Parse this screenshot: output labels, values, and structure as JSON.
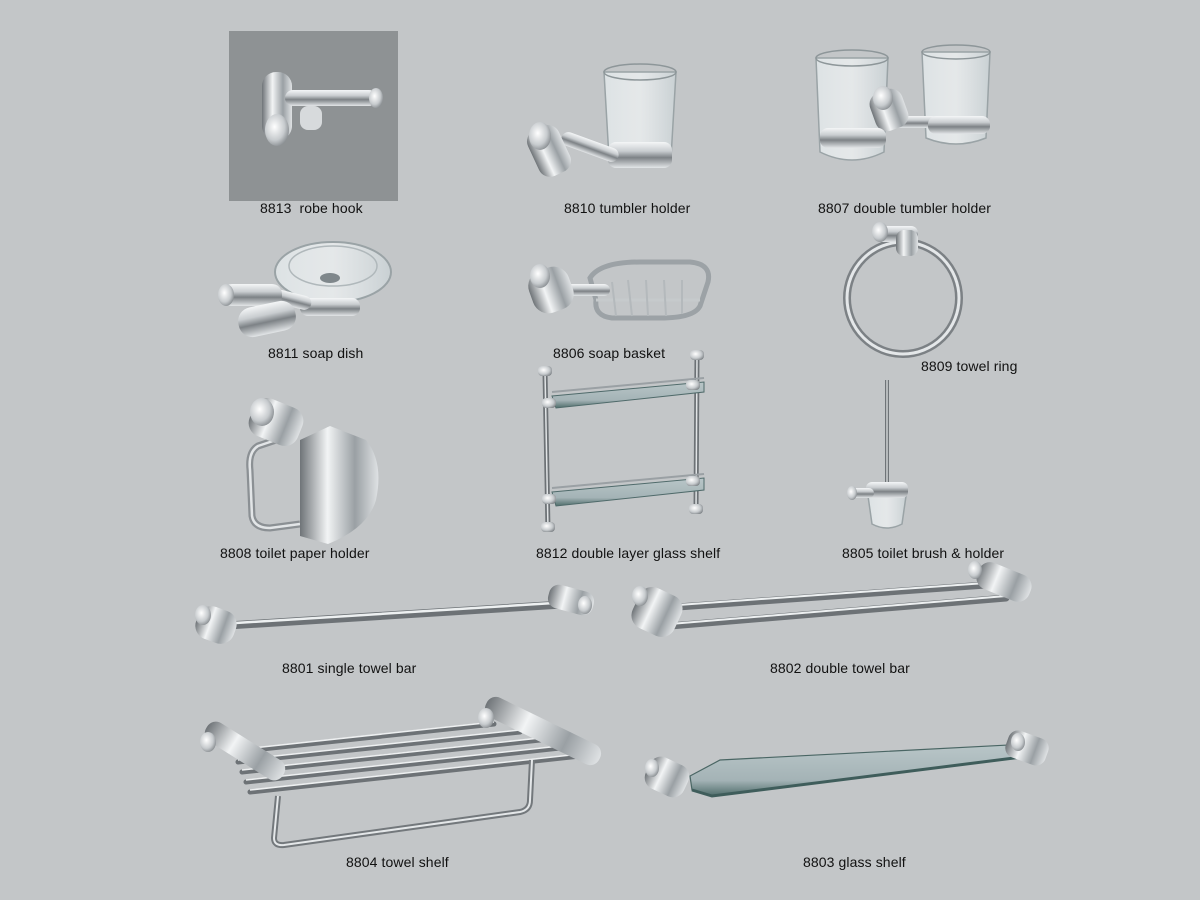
{
  "colors": {
    "background": "#c3c6c8",
    "robe_hook_tile": "#8e9294",
    "caption_text": "#111111",
    "chrome": "#b8bcbf"
  },
  "products": [
    {
      "code": "8813",
      "caption": "8813  robe hook",
      "icon": "robe-hook-icon"
    },
    {
      "code": "8810",
      "caption": "8810 tumbler holder",
      "icon": "tumbler-holder-icon"
    },
    {
      "code": "8807",
      "caption": "8807 double tumbler holder",
      "icon": "double-tumbler-holder-icon"
    },
    {
      "code": "8811",
      "caption": "8811 soap dish",
      "icon": "soap-dish-icon"
    },
    {
      "code": "8806",
      "caption": "8806 soap basket",
      "icon": "soap-basket-icon"
    },
    {
      "code": "8809",
      "caption": "8809 towel ring",
      "icon": "towel-ring-icon"
    },
    {
      "code": "8808",
      "caption": "8808 toilet paper holder",
      "icon": "toilet-paper-holder-icon"
    },
    {
      "code": "8812",
      "caption": "8812 double layer glass shelf",
      "icon": "glass-shelf-icon"
    },
    {
      "code": "8805",
      "caption": "8805 toilet brush & holder",
      "icon": "toilet-brush-icon"
    },
    {
      "code": "8801",
      "caption": "8801 single towel bar",
      "icon": "single-towel-bar-icon"
    },
    {
      "code": "8802",
      "caption": "8802 double towel bar",
      "icon": "double-towel-bar-icon"
    },
    {
      "code": "8804",
      "caption": "8804 towel shelf",
      "icon": "towel-shelf-icon"
    },
    {
      "code": "8803",
      "caption": "8803 glass shelf",
      "icon": "glass-shelf-single-icon"
    }
  ]
}
